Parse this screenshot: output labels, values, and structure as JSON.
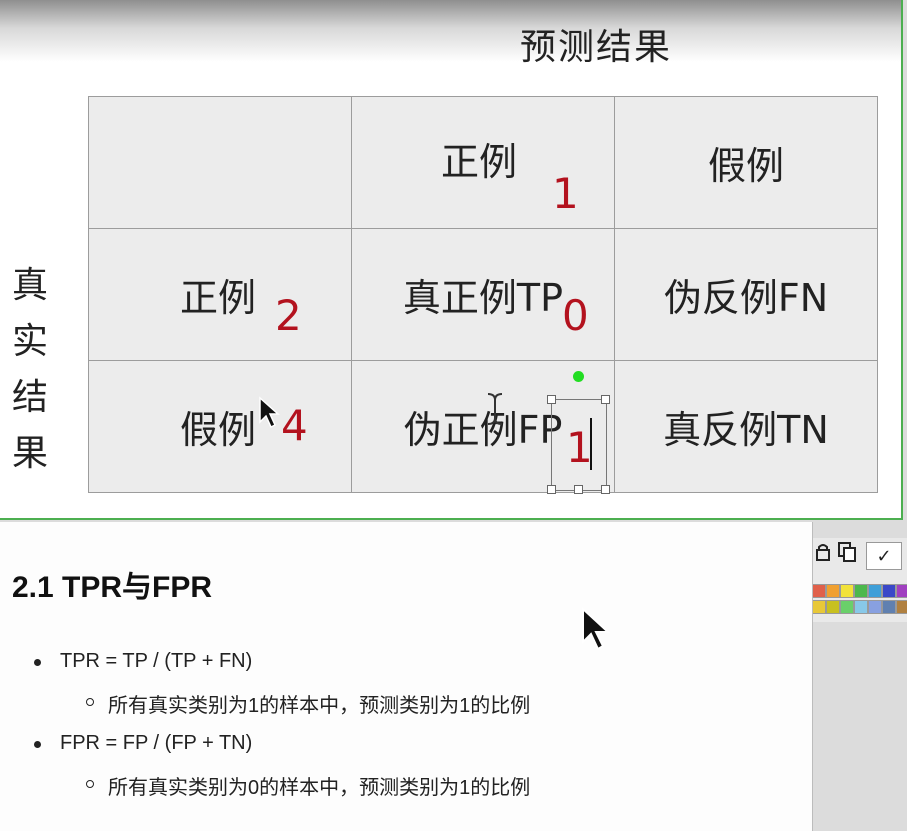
{
  "slide": {
    "column_header": "预测结果",
    "row_header": [
      "真",
      "实",
      "结",
      "果"
    ],
    "matrix": {
      "col_labels": [
        "正例",
        "假例"
      ],
      "row_labels": [
        "正例",
        "假例"
      ],
      "cells": [
        [
          "真正例TP",
          "伪反例FN"
        ],
        [
          "伪正例FP",
          "真反例TN"
        ]
      ]
    },
    "annotations": {
      "col_pos": "1",
      "row_pos": "2",
      "row_neg": "4",
      "tp": "0",
      "fp": "1"
    }
  },
  "doc": {
    "heading": "2.1 TPR与FPR",
    "items": [
      {
        "text": "TPR = TP / (TP + FN)",
        "sub": "所有真实类别为1的样本中，预测类别为1的比例"
      },
      {
        "text": "FPR = FP / (FP + TN)",
        "sub": "所有真实类别为0的样本中，预测类别为1的比例"
      }
    ]
  },
  "toolbar": {
    "icons": [
      "lock-icon",
      "copy-icon",
      "check-icon"
    ],
    "check_glyph": "✓",
    "palette_colors": [
      "#e0604a",
      "#f0a030",
      "#f2e23a",
      "#4cb84c",
      "#3f9fd8",
      "#3a48c8",
      "#a040c0",
      "#e8c838",
      "#c8c020",
      "#6ad06a",
      "#88c8e8",
      "#88a0e0",
      "#6080b0",
      "#b08040"
    ]
  }
}
